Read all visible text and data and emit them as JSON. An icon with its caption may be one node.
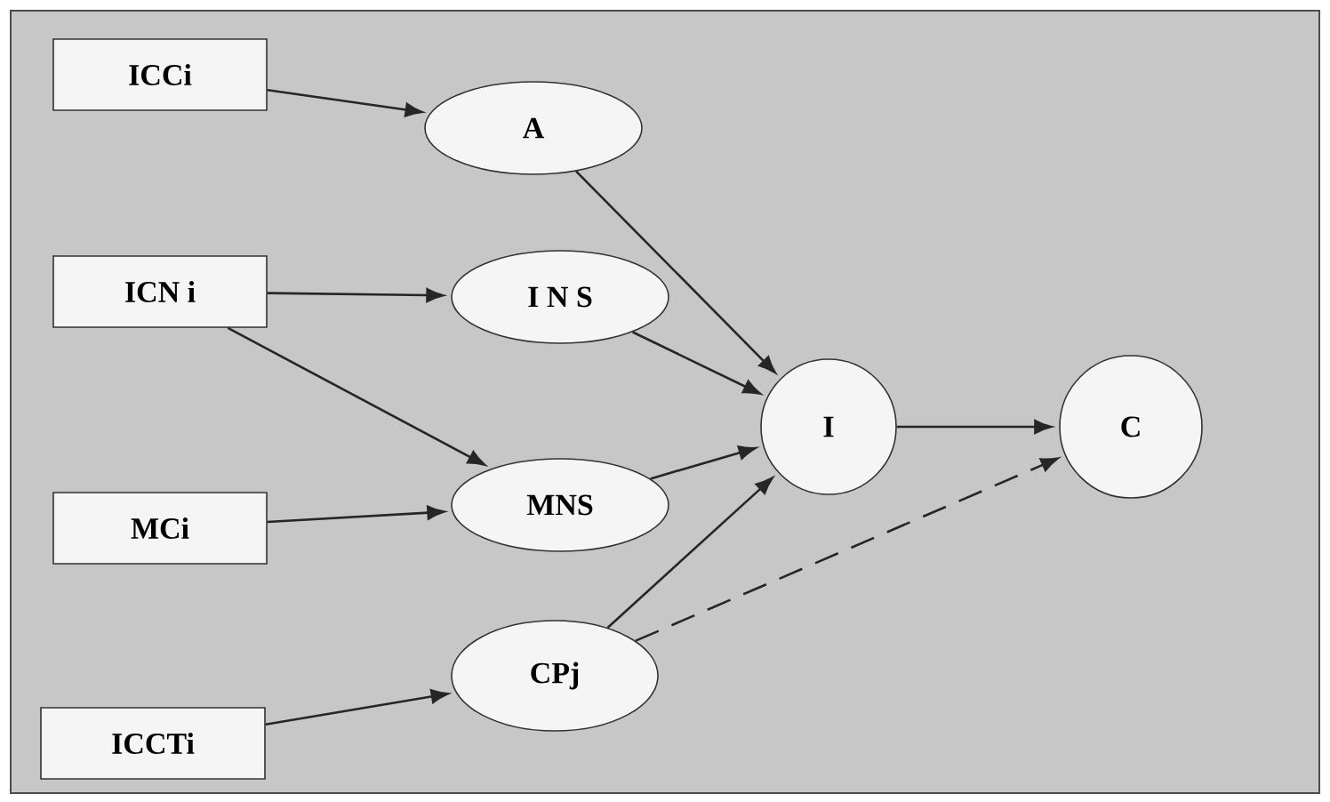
{
  "diagram": {
    "nodes": [
      {
        "text": [
          "ICCi"
        ]
      },
      {
        "text": [
          "ICN i"
        ]
      },
      {
        "text": [
          "MCi"
        ]
      },
      {
        "text": [
          "ICCTi"
        ]
      },
      {
        "text": [
          "A"
        ]
      },
      {
        "text": [
          "I N S"
        ]
      },
      {
        "text": [
          "MNS"
        ]
      },
      {
        "text": [
          "CPj"
        ]
      },
      {
        "text": [
          "I"
        ]
      },
      {
        "text": [
          "C"
        ]
      }
    ],
    "edges": [
      {
        "from": 0,
        "to": 4,
        "arrow": "to"
      },
      {
        "from": 1,
        "to": 5,
        "arrow": "to"
      },
      {
        "from": 1,
        "to": 6,
        "arrow": "to"
      },
      {
        "from": 2,
        "to": 6,
        "arrow": "to"
      },
      {
        "from": 3,
        "to": 7,
        "arrow": "to"
      },
      {
        "from": 4,
        "to": 8,
        "arrow": "to"
      },
      {
        "from": 5,
        "to": 8,
        "arrow": "to"
      },
      {
        "from": 6,
        "to": 8,
        "arrow": "to"
      },
      {
        "from": 7,
        "to": 8,
        "arrow": "to"
      },
      {
        "from": 8,
        "to": 9,
        "arrow": "to"
      },
      {
        "from": 7,
        "to": 9,
        "arrow": "to",
        "style": "dashed"
      }
    ]
  }
}
